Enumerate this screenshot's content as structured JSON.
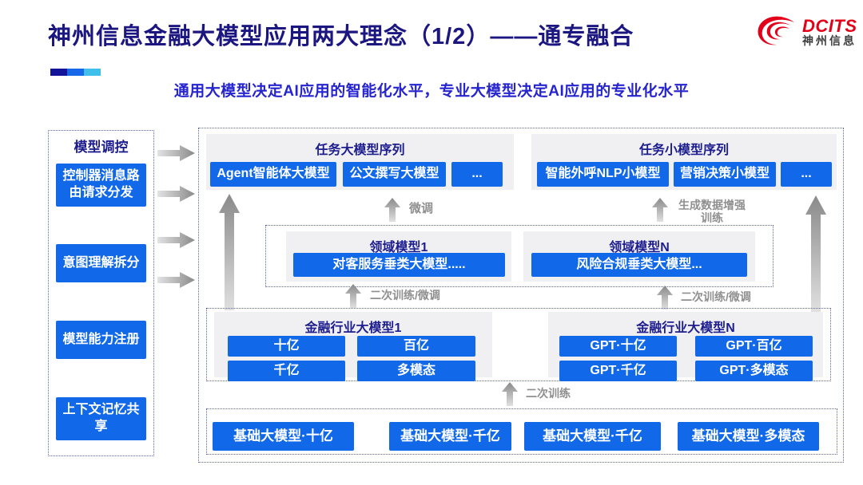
{
  "slide": {
    "title": "神州信息金融大模型应用两大理念（1/2）——通专融合",
    "subtitle": "通用大模型决定AI应用的智能化水平，专业大模型决定AI应用的专业化水平"
  },
  "logo": {
    "brand": "DCITS",
    "company": "神州信息"
  },
  "colors": {
    "accent_blue": "#1168e8",
    "title_navy": "#1b1680",
    "subtitle_blue": "#2524cf",
    "logo_red": "#e2001a",
    "group_gray": "#f0f0f2",
    "dotted_border": "#5b66a9",
    "arrow_gray": "#9a9a9a",
    "deco_bar_segments": [
      "#14149b",
      "#1668e8",
      "#3fbfea"
    ]
  },
  "sidebar": {
    "title": "模型调控",
    "items": [
      "控制器消息路由请求分发",
      "意图理解拆分",
      "模型能力注册",
      "上下文记忆共享"
    ]
  },
  "diagram": {
    "task_large": {
      "title": "任务大模型序列",
      "items": [
        "Agent智能体大模型",
        "公文撰写大模型",
        "..."
      ]
    },
    "task_small": {
      "title": "任务小模型序列",
      "items": [
        "智能外呼NLP小模型",
        "营销决策小模型",
        "..."
      ]
    },
    "domain_groups": [
      {
        "title": "领域模型1",
        "item": "对客服务垂类大模型....."
      },
      {
        "title": "领域模型N",
        "item": "风险合规垂类大模型..."
      }
    ],
    "industry_groups": [
      {
        "title": "金融行业大模型1",
        "items": [
          "十亿",
          "百亿",
          "千亿",
          "多模态"
        ]
      },
      {
        "title": "金融行业大模型N",
        "items": [
          "GPT·十亿",
          "GPT·百亿",
          "GPT·千亿",
          "GPT·多模态"
        ]
      }
    ],
    "base_items": [
      "基础大模型·十亿",
      "基础大模型·千亿",
      "基础大模型·千亿",
      "基础大模型·多模态"
    ],
    "arrow_labels": {
      "finetune": "微调",
      "augmented_training": "生成数据增强训练",
      "retrain_finetune": "二次训练/微调",
      "retrain": "二次训练"
    }
  }
}
